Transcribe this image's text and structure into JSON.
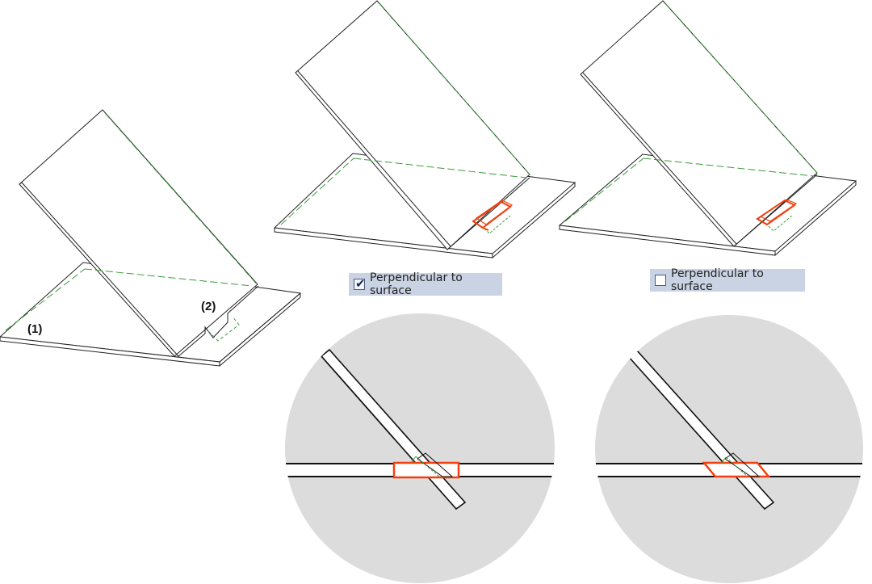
{
  "callouts": {
    "label_1": "(1)",
    "label_2": "(2)"
  },
  "options": {
    "checked": {
      "label": "Perpendicular to surface",
      "state": true
    },
    "unchecked": {
      "label": "Perpendicular to surface",
      "state": false
    }
  },
  "colors": {
    "edge": "#222222",
    "hidden_edge": "#3a9a3a",
    "feature_highlight": "#f04010",
    "detail_background": "#dcdcdc",
    "checkbox_strip": "#c9d3e3"
  }
}
